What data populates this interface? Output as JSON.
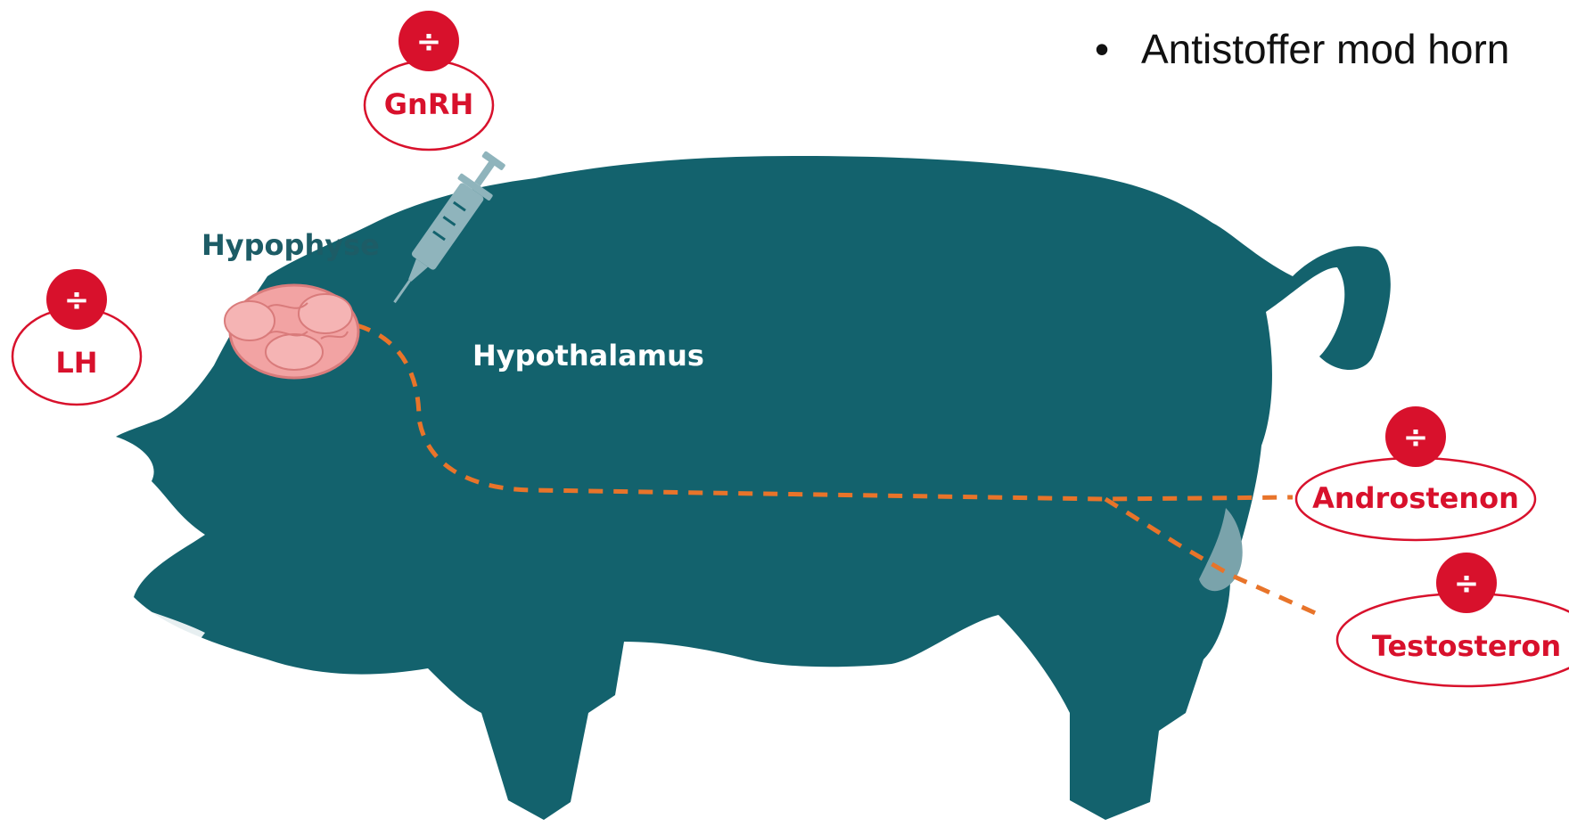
{
  "bullet": {
    "marker": "•",
    "text": "Antistoffer mod horn"
  },
  "labels": {
    "hypophyse": "Hypophyse",
    "hypothalamus": "Hypothalamus"
  },
  "hormones": [
    {
      "id": "gnrh",
      "name": "GnRH",
      "symbol": "÷"
    },
    {
      "id": "lh",
      "name": "LH",
      "symbol": "÷"
    },
    {
      "id": "androstenon",
      "name": "Androstenon",
      "symbol": "÷"
    },
    {
      "id": "testosteron",
      "name": "Testosteron",
      "symbol": "÷"
    }
  ],
  "colors": {
    "pig": "#13626d",
    "accent_red": "#d8112c",
    "dashed_path": "#e8742a",
    "brain": "#f2a3a3",
    "syringe": "#8fb4bc",
    "hypophyse_label": "#1d5c66",
    "testicle": "#7aa3ab"
  },
  "icons": {
    "brain": "brain-icon",
    "syringe": "syringe-icon",
    "pig": "pig-silhouette"
  }
}
